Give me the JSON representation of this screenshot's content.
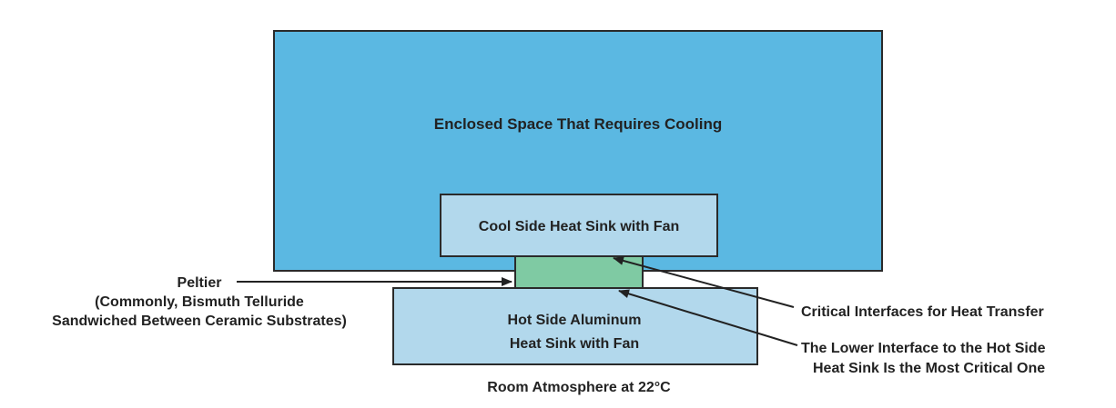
{
  "enclosed_space": "Enclosed Space That Requires Cooling",
  "cool_sink": "Cool Side Heat Sink with Fan",
  "hot_sink": [
    "Hot Side Aluminum",
    "Heat Sink with Fan"
  ],
  "peltier": [
    "Peltier",
    "(Commonly, Bismuth Telluride",
    "Sandwiched Between Ceramic Substrates)"
  ],
  "critical_interfaces": "Critical Interfaces for Heat Transfer",
  "lower_interface": [
    "The Lower Interface to the Hot Side",
    "Heat Sink Is the Most Critical One"
  ],
  "room": "Room Atmosphere at 22°C",
  "colors": {
    "enclosure": "#5bb8e2",
    "heat_sink": "#b2d8ec",
    "peltier": "#7fcaa3",
    "outline": "#2a2a2a",
    "text": "#222222"
  }
}
